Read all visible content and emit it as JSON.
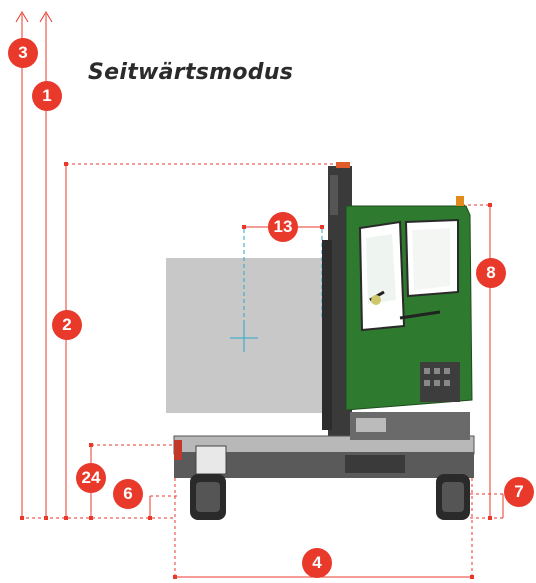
{
  "title": "Seitwärtsmodus",
  "colors": {
    "accent": "#e8392b",
    "cab": "#2e7a2e",
    "load": "#c8c8c8",
    "chassis": "#bfbfbf"
  },
  "badges": [
    {
      "id": "b3",
      "label": "3"
    },
    {
      "id": "b1",
      "label": "1"
    },
    {
      "id": "b2",
      "label": "2"
    },
    {
      "id": "b13",
      "label": "13"
    },
    {
      "id": "b8",
      "label": "8"
    },
    {
      "id": "b24",
      "label": "24"
    },
    {
      "id": "b6",
      "label": "6"
    },
    {
      "id": "b7",
      "label": "7"
    },
    {
      "id": "b4",
      "label": "4"
    }
  ]
}
